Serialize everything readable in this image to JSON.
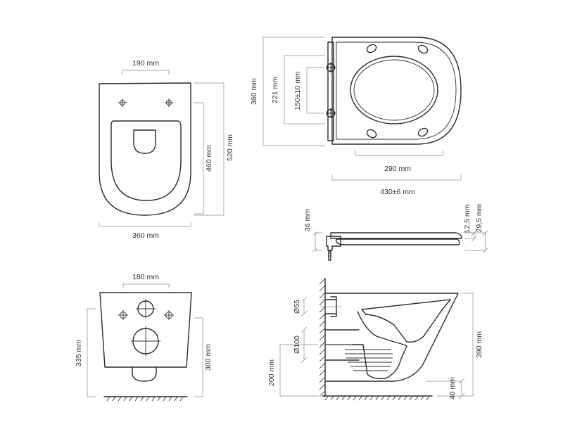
{
  "dimensions": {
    "top_view": {
      "bolt_spacing": "190 mm",
      "bowl_length": "460 mm",
      "overall_length": "520 mm",
      "width": "360 mm"
    },
    "seat_top_view": {
      "seat_length": "360 mm",
      "hinge_depth": "221 mm",
      "hinge_spacing": "150±10 mm",
      "opening_width": "290 mm",
      "overall_width": "430±6 mm"
    },
    "seat_side_view": {
      "hinge_height": "36 mm",
      "lid_thickness": "12,5 mm",
      "seat_height": "29,5 mm"
    },
    "rear_view": {
      "bolt_spacing": "180 mm",
      "fixing_height": "335 mm",
      "outlet_height": "300 mm"
    },
    "side_section": {
      "inlet_diameter": "Ø55",
      "outlet_diameter": "Ø100",
      "outlet_height": "200 mm",
      "bowl_height": "390 mm",
      "base_clearance": "40 mm"
    }
  },
  "colors": {
    "line": "#2b2b2b",
    "dimension_line": "#8c8c8c",
    "text": "#333333",
    "background": "#ffffff"
  }
}
